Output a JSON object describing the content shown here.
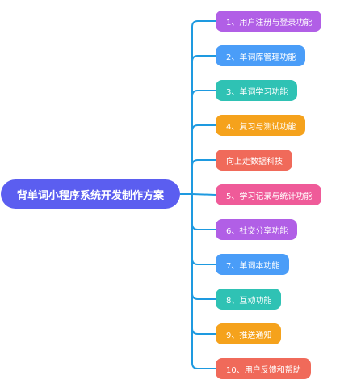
{
  "root": {
    "label": "背单词小程序系统开发制作方案",
    "color": "#5b5ef0"
  },
  "connector_color": "#1e9ae0",
  "branches": [
    {
      "label": "1、用户注册与登录功能",
      "color": "#b15fe6"
    },
    {
      "label": "2、单词库管理功能",
      "color": "#4a9df8"
    },
    {
      "label": "3、单词学习功能",
      "color": "#2fc2b4"
    },
    {
      "label": "4、复习与测试功能",
      "color": "#f5a21c"
    },
    {
      "label": "向上走数据科技",
      "color": "#f06a5a"
    },
    {
      "label": "5、学习记录与统计功能",
      "color": "#ef5b99"
    },
    {
      "label": "6、社交分享功能",
      "color": "#b15fe6"
    },
    {
      "label": "7、单词本功能",
      "color": "#4a9df8"
    },
    {
      "label": "8、互动功能",
      "color": "#2fc2b4"
    },
    {
      "label": "9、推送通知",
      "color": "#f5a21c"
    },
    {
      "label": "10、用户反馈和帮助",
      "color": "#f06a5a"
    }
  ]
}
